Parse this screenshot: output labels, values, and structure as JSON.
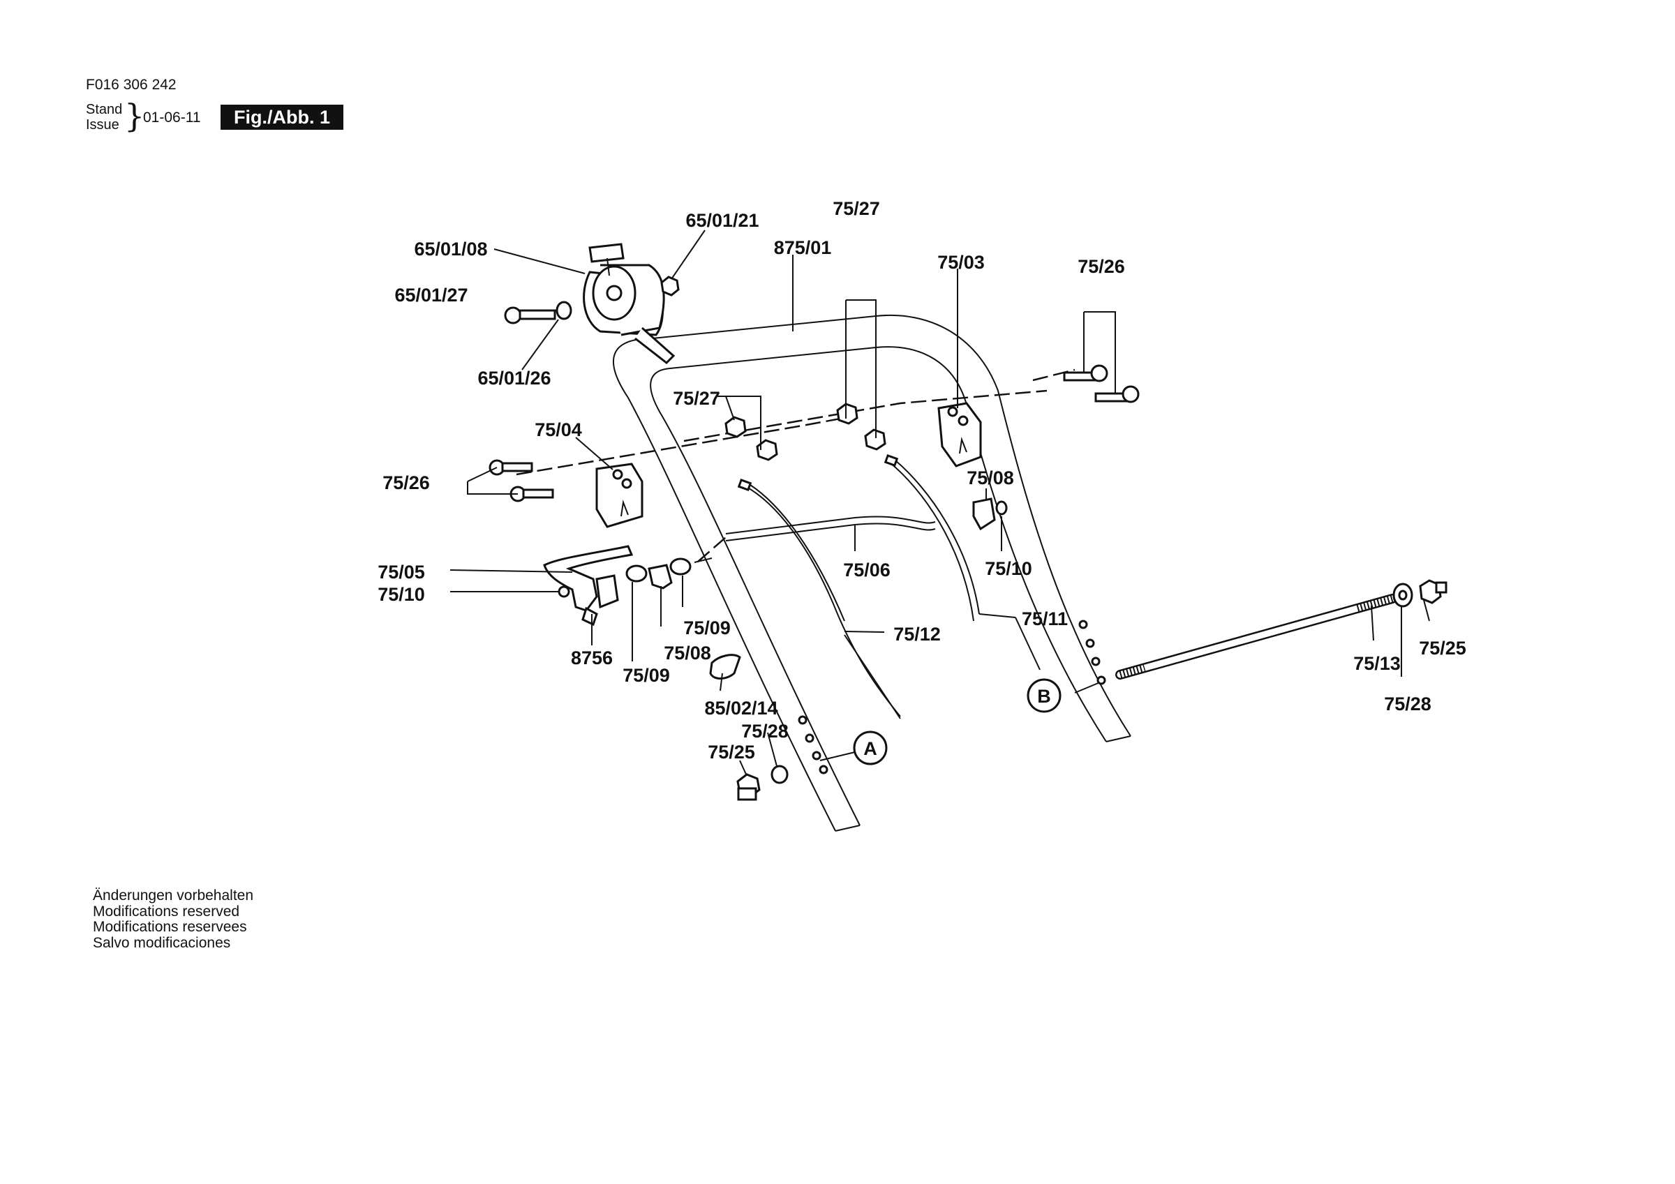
{
  "header": {
    "code": "F016 306 242",
    "stand": "Stand",
    "issue": "Issue",
    "date": "01-06-11",
    "fig_label": "Fig./Abb. 1"
  },
  "callouts": {
    "c1": "65/01/21",
    "c2": "75/27",
    "c3": "65/01/08",
    "c4": "875/01",
    "c5": "75/03",
    "c6": "75/26",
    "c7": "65/01/27",
    "c8": "65/01/26",
    "c9": "75/27",
    "c10": "75/04",
    "c11": "75/08",
    "c12": "75/26",
    "c13": "75/10",
    "c14": "75/05",
    "c15": "75/06",
    "c16": "75/10",
    "c17": "75/09",
    "c18": "75/11",
    "c19": "75/12",
    "c20": "8756",
    "c21": "75/08",
    "c22": "75/09",
    "c23": "75/25",
    "c24": "75/13",
    "c25": "85/02/14",
    "c26": "75/28",
    "c27": "75/28",
    "c28": "75/25",
    "circle_a": "A",
    "circle_b": "B"
  },
  "footer": {
    "line1": "Änderungen vorbehalten",
    "line2": "Modifications reserved",
    "line3": "Modifications reservees",
    "line4": "Salvo modificaciones"
  }
}
